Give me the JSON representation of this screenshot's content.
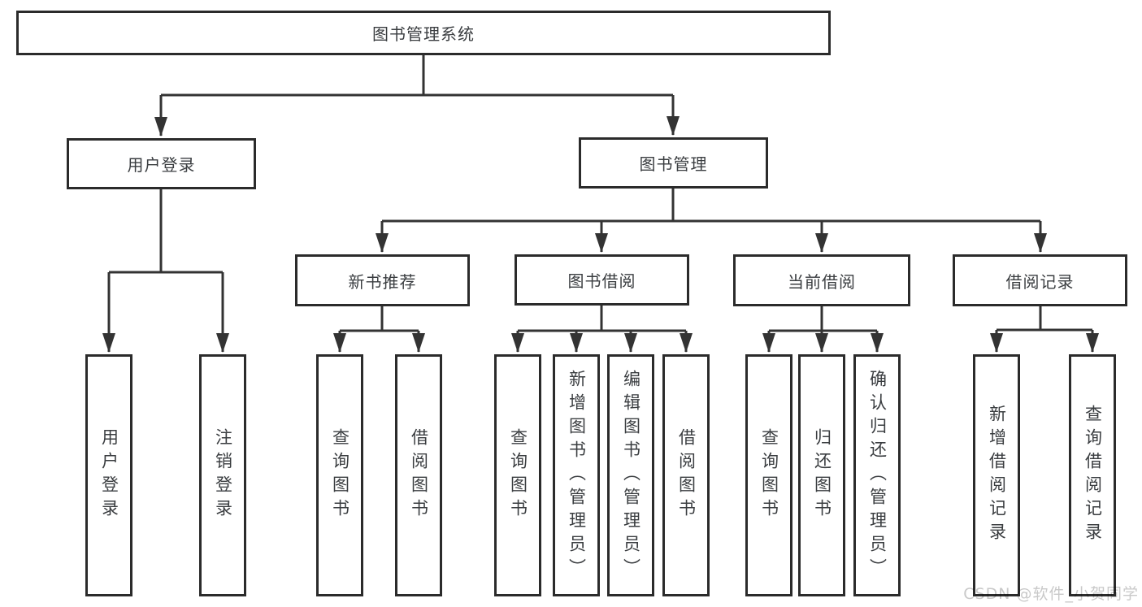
{
  "colors": {
    "line": "#333333",
    "box_border": "#2b2b2b",
    "text": "#3a3d40",
    "watermark": "#c9c9c9",
    "background": "#ffffff"
  },
  "root": {
    "label": "图书管理系统"
  },
  "branches": {
    "login": {
      "label": "用户登录",
      "leaves": [
        "用户登录",
        "注销登录"
      ]
    },
    "mgmt": {
      "label": "图书管理",
      "groups": [
        {
          "label": "新书推荐",
          "leaves": [
            "查询图书",
            "借阅图书"
          ]
        },
        {
          "label": "图书借阅",
          "leaves": [
            "查询图书",
            "新增图书（管理员）",
            "编辑图书（管理员）",
            "借阅图书"
          ]
        },
        {
          "label": "当前借阅",
          "leaves": [
            "查询图书",
            "归还图书",
            "确认归还（管理员）"
          ]
        },
        {
          "label": "借阅记录",
          "leaves": [
            "新增借阅记录",
            "查询借阅记录"
          ]
        }
      ]
    }
  },
  "watermark": {
    "text": "CSDN @软件_小贺同学"
  }
}
